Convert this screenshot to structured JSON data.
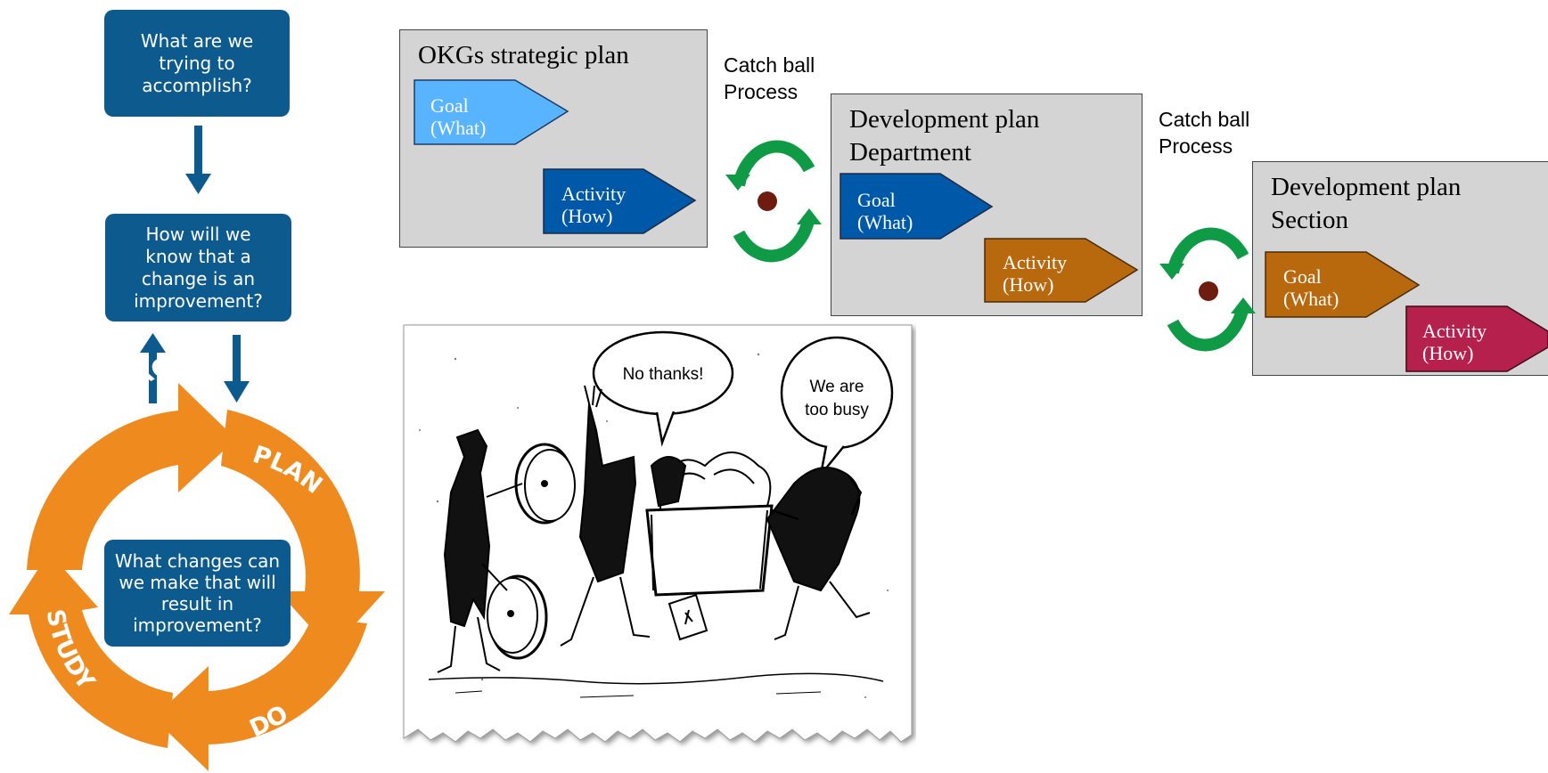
{
  "model_for_improvement": {
    "question_1": "What are we\ntrying to\naccomplish?",
    "question_2": "How will we\nknow that a\nchange is an\nimprovement?",
    "question_3": "What changes can\nwe make that will\nresult in\nimprovement?",
    "cycle": [
      "ACT",
      "PLAN",
      "DO",
      "STUDY"
    ],
    "colors": {
      "box": "#0d5a8f",
      "cycle": "#ef8a1f",
      "arrow": "#0d5a8f"
    }
  },
  "catch_ball": {
    "process_label_1": "Catch ball\nProcess",
    "process_label_2": "Catch ball\nProcess",
    "plans": [
      {
        "title": "OKGs strategic plan",
        "goal": "Goal\n(What)",
        "activity": "Activity\n(How)",
        "goal_color": "#58b4ff",
        "activity_color": "#0059a8"
      },
      {
        "title": "Development plan\nDepartment",
        "goal": "Goal\n(What)",
        "activity": "Activity\n(How)",
        "goal_color": "#0059a8",
        "activity_color": "#b8690e"
      },
      {
        "title": "Development plan\nSection",
        "goal": "Goal\n(What)",
        "activity": "Activity\n(How)",
        "goal_color": "#b8690e",
        "activity_color": "#b5204c"
      }
    ],
    "colors": {
      "box_bg": "#d4d4d4",
      "cycle_arrow": "#0f9b46",
      "ball": "#6e1c10"
    }
  },
  "cartoon": {
    "bubble_1": "No thanks!",
    "bubble_2_line_1": "We are",
    "bubble_2_line_2": "too busy"
  }
}
